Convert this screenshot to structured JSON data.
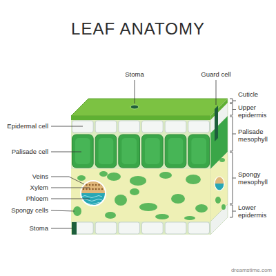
{
  "diagram": {
    "title": "LEAF ANATOMY",
    "labels": [
      "Stoma",
      "Guard cell",
      "Cuticle",
      "Upper epidermis",
      "Epidermal cell",
      "Palisade mesophyll",
      "Palisade cell",
      "Spongy mesophyll",
      "Veins",
      "Xylem",
      "Phloem",
      "Lower epidermis",
      "Spongy cells",
      "Stoma",
      "dreamstime.com"
    ]
  }
}
